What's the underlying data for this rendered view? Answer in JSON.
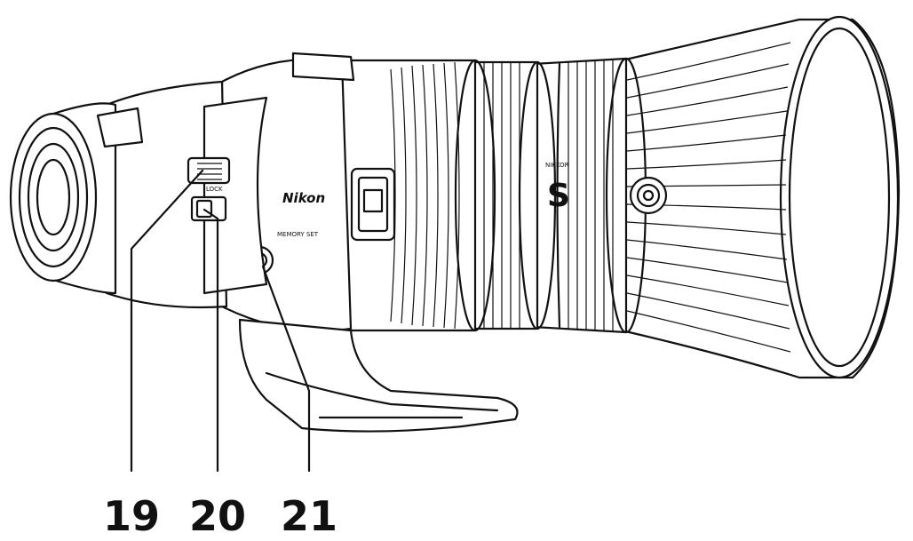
{
  "lens": {
    "brand_mark": "Nikon",
    "series_prefix": "NIKKOR",
    "series_letter": "S",
    "switch_marking": "LOCK",
    "button_marking": "MEMORY SET"
  },
  "callouts": [
    {
      "number": "19"
    },
    {
      "number": "20"
    },
    {
      "number": "21"
    }
  ]
}
